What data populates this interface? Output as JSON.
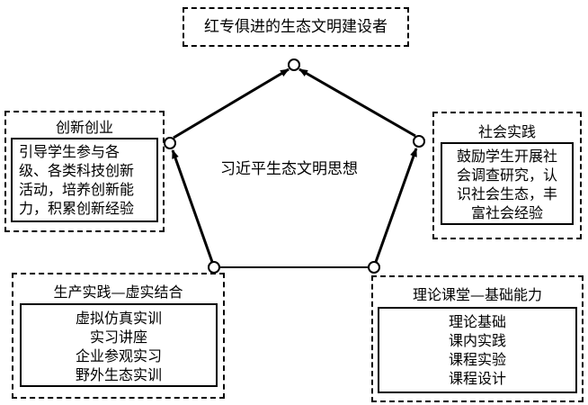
{
  "top": {
    "title": "红专俱进的生态文明建设者"
  },
  "center": {
    "label": "习近平生态文明思想"
  },
  "innovation": {
    "title": "创新创业",
    "lines": [
      "引导学生参与各",
      "级、各类科技创新",
      "活动，培养创新能",
      "力，积累创新经验"
    ]
  },
  "social": {
    "title": "社会实践",
    "lines": [
      "鼓励学生开展社",
      "会调查研究，认",
      "识社会生态，丰",
      "富社会经验"
    ]
  },
  "production": {
    "title": "生产实践—虚实结合",
    "lines": [
      "虚拟仿真实训",
      "实习讲座",
      "企业参观实习",
      "野外生态实训"
    ]
  },
  "theory": {
    "title": "理论课堂—基础能力",
    "lines": [
      "理论基础",
      "课内实践",
      "课程实验",
      "课程设计"
    ]
  }
}
